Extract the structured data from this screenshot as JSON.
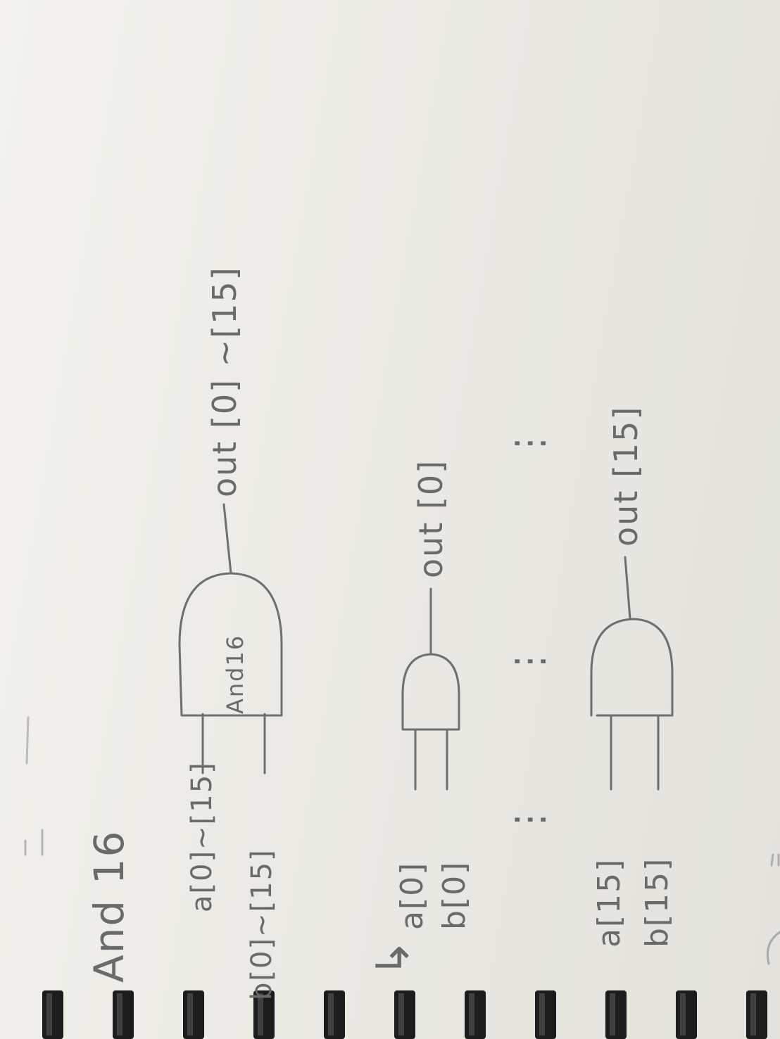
{
  "title": "And 16",
  "top_gate": {
    "gate_label": "And16",
    "input_a": "a[0]~[15]",
    "input_b": "b[0]~[15]",
    "output": "out [0] ~[15]"
  },
  "expanded": {
    "arrow": "↳",
    "gate_first": {
      "input_a": "a[0]",
      "input_b": "b[0]",
      "output": "out [0]"
    },
    "ellipsis": "⋮",
    "gate_last": {
      "input_a": "a[15]",
      "input_b": "b[15]",
      "output": "out [15]"
    }
  },
  "colors": {
    "pencil": "#6f6f6f",
    "paper": "#efeee9",
    "binding": "#1c1c1c"
  }
}
